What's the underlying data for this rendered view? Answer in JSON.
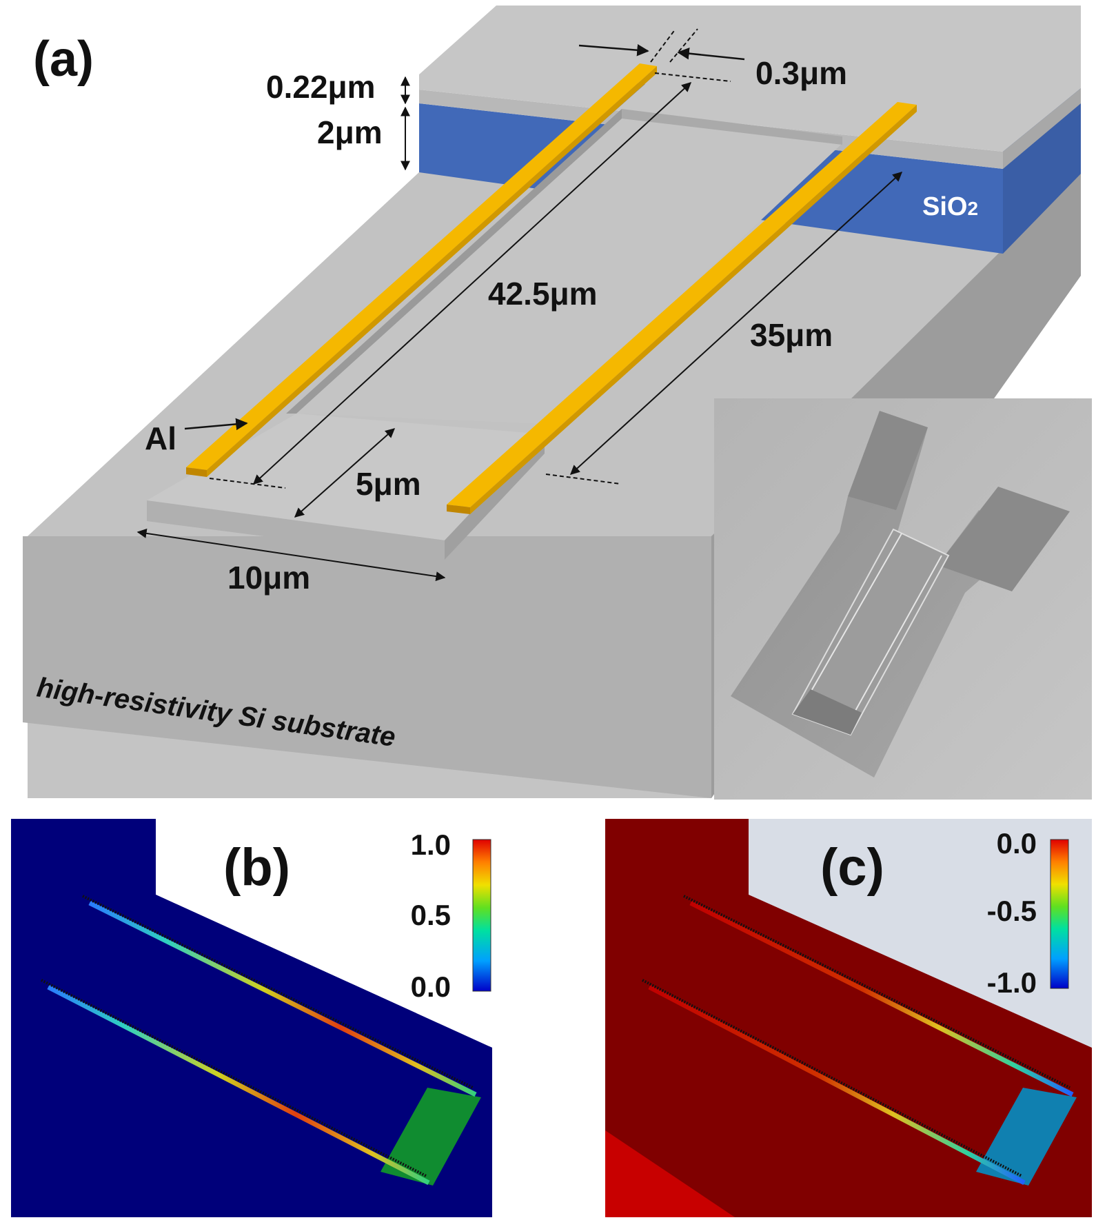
{
  "panels": {
    "a": {
      "label": "(a)",
      "dimensions": {
        "si_thickness": "0.22μm",
        "box_thickness": "2μm",
        "gap": "0.3μm",
        "long_length": "42.5μm",
        "short_length": "35μm",
        "end_width": "5μm",
        "width": "10μm"
      },
      "materials": {
        "oxide": {
          "text": "Si",
          "sub": "O",
          "sub2": "2"
        },
        "metal": "Al",
        "substrate": "high-resistivity Si substrate"
      }
    },
    "b": {
      "label": "(b)",
      "colorbar_ticks": [
        "1.0",
        "0.5",
        "0.0"
      ]
    },
    "c": {
      "label": "(c)",
      "colorbar_ticks": [
        "0.0",
        "-0.5",
        "-1.0"
      ]
    }
  },
  "colors": {
    "silicon": "#c0c0c0",
    "oxide": "#4169b8",
    "aluminum": "#f5b800",
    "field_b_bg": "#00007a",
    "field_c_bg": "#800000"
  }
}
